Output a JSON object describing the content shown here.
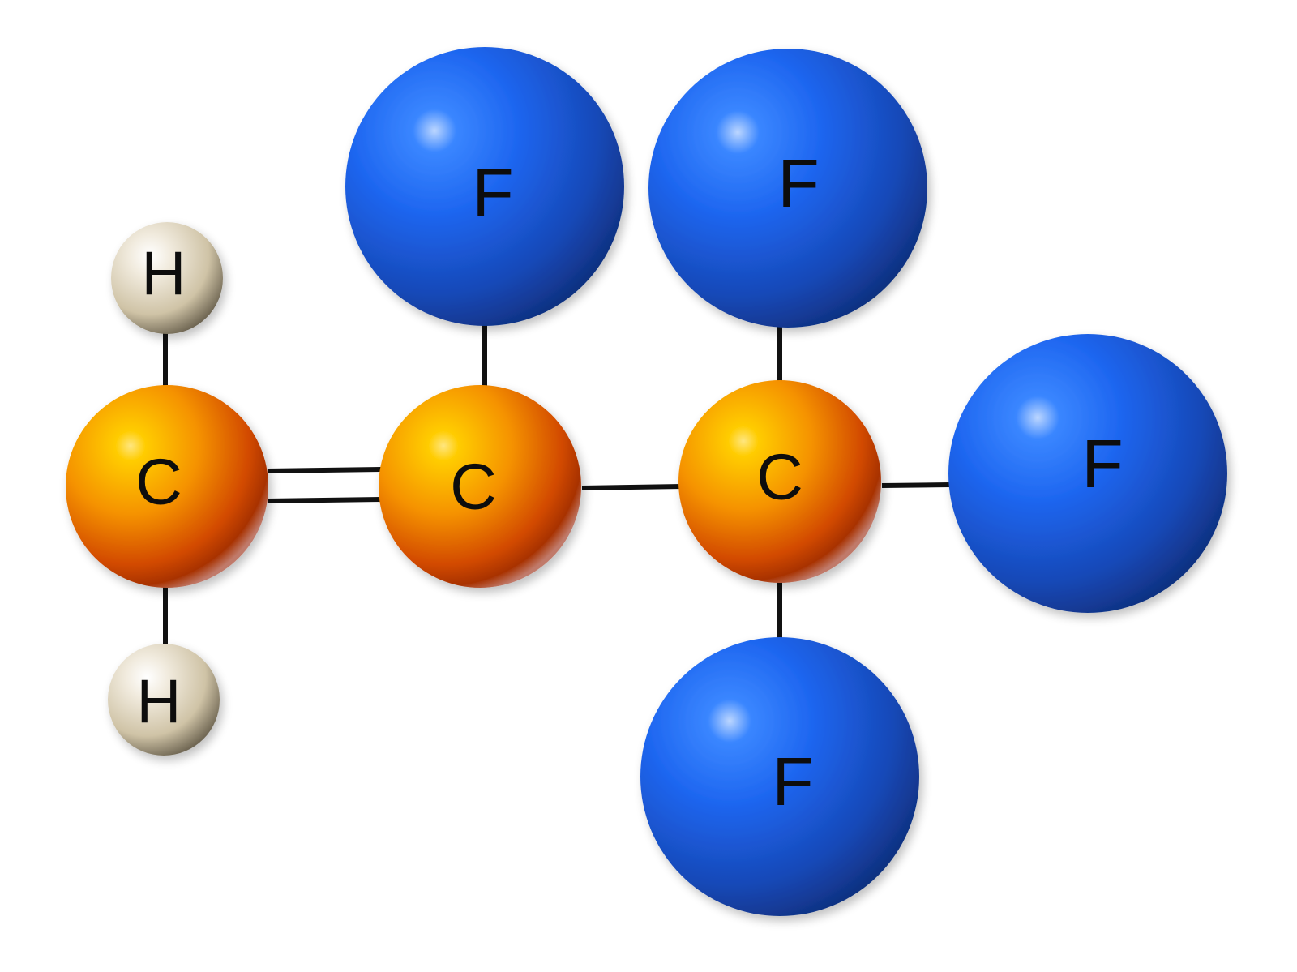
{
  "molecule": {
    "atoms": [
      {
        "id": "h1",
        "element": "H",
        "label": "H"
      },
      {
        "id": "h2",
        "element": "H",
        "label": "H"
      },
      {
        "id": "c1",
        "element": "C",
        "label": "C"
      },
      {
        "id": "c2",
        "element": "C",
        "label": "C"
      },
      {
        "id": "c3",
        "element": "C",
        "label": "C"
      },
      {
        "id": "f1",
        "element": "F",
        "label": "F"
      },
      {
        "id": "f2",
        "element": "F",
        "label": "F"
      },
      {
        "id": "f3",
        "element": "F",
        "label": "F"
      },
      {
        "id": "f4",
        "element": "F",
        "label": "F"
      }
    ],
    "bonds": [
      {
        "from": "c1",
        "to": "h1",
        "order": 1
      },
      {
        "from": "c1",
        "to": "h2",
        "order": 1
      },
      {
        "from": "c1",
        "to": "c2",
        "order": 2
      },
      {
        "from": "c2",
        "to": "f1",
        "order": 1
      },
      {
        "from": "c2",
        "to": "c3",
        "order": 1
      },
      {
        "from": "c3",
        "to": "f2",
        "order": 1
      },
      {
        "from": "c3",
        "to": "f3",
        "order": 1
      },
      {
        "from": "c3",
        "to": "f4",
        "order": 1
      }
    ],
    "colors": {
      "carbon": "#f08a00",
      "fluorine": "#1f66f0",
      "hydrogen": "#e6dcc8",
      "bond": "#111111"
    }
  }
}
